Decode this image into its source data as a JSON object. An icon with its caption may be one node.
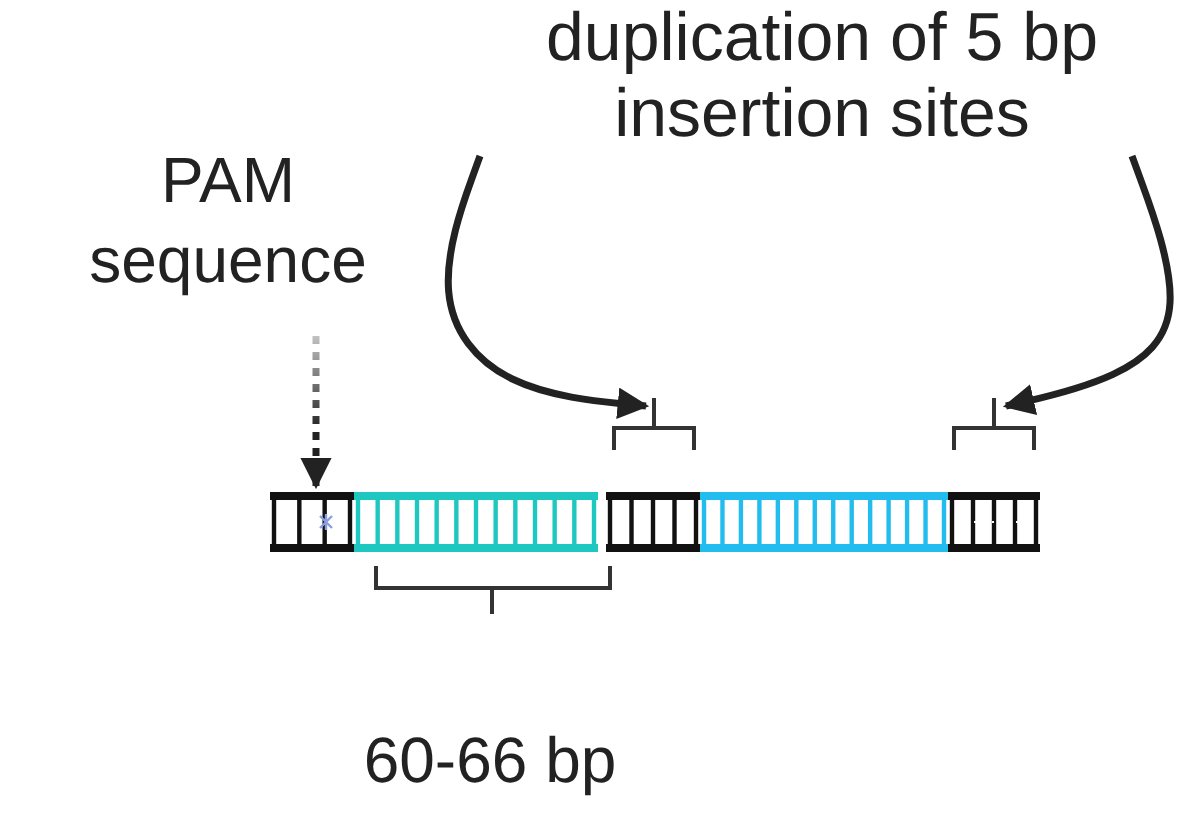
{
  "diagram": {
    "nodes": [
      {
        "text": [
          "PAM sequence"
        ]
      },
      {
        "text": [
          "duplication of 5 bp insertion sites"
        ]
      },
      {
        "text": [],
        "shape": "bar"
      },
      {
        "text": [],
        "shape": "bar"
      },
      {
        "text": [],
        "shape": "bar"
      },
      {
        "text": [],
        "shape": "bar"
      },
      {
        "text": [],
        "shape": "bar"
      },
      {
        "text": [],
        "shape": "bracket"
      },
      {
        "text": [],
        "shape": "bracket"
      }
    ],
    "edges": [
      {
        "from": 0,
        "to": 2,
        "arrow": "to",
        "style": "dashed"
      },
      {
        "from": 1,
        "to": 7,
        "arrow": "to"
      },
      {
        "from": 1,
        "to": 8,
        "arrow": "to"
      }
    ],
    "labels": [
      "60-66 bp"
    ]
  }
}
